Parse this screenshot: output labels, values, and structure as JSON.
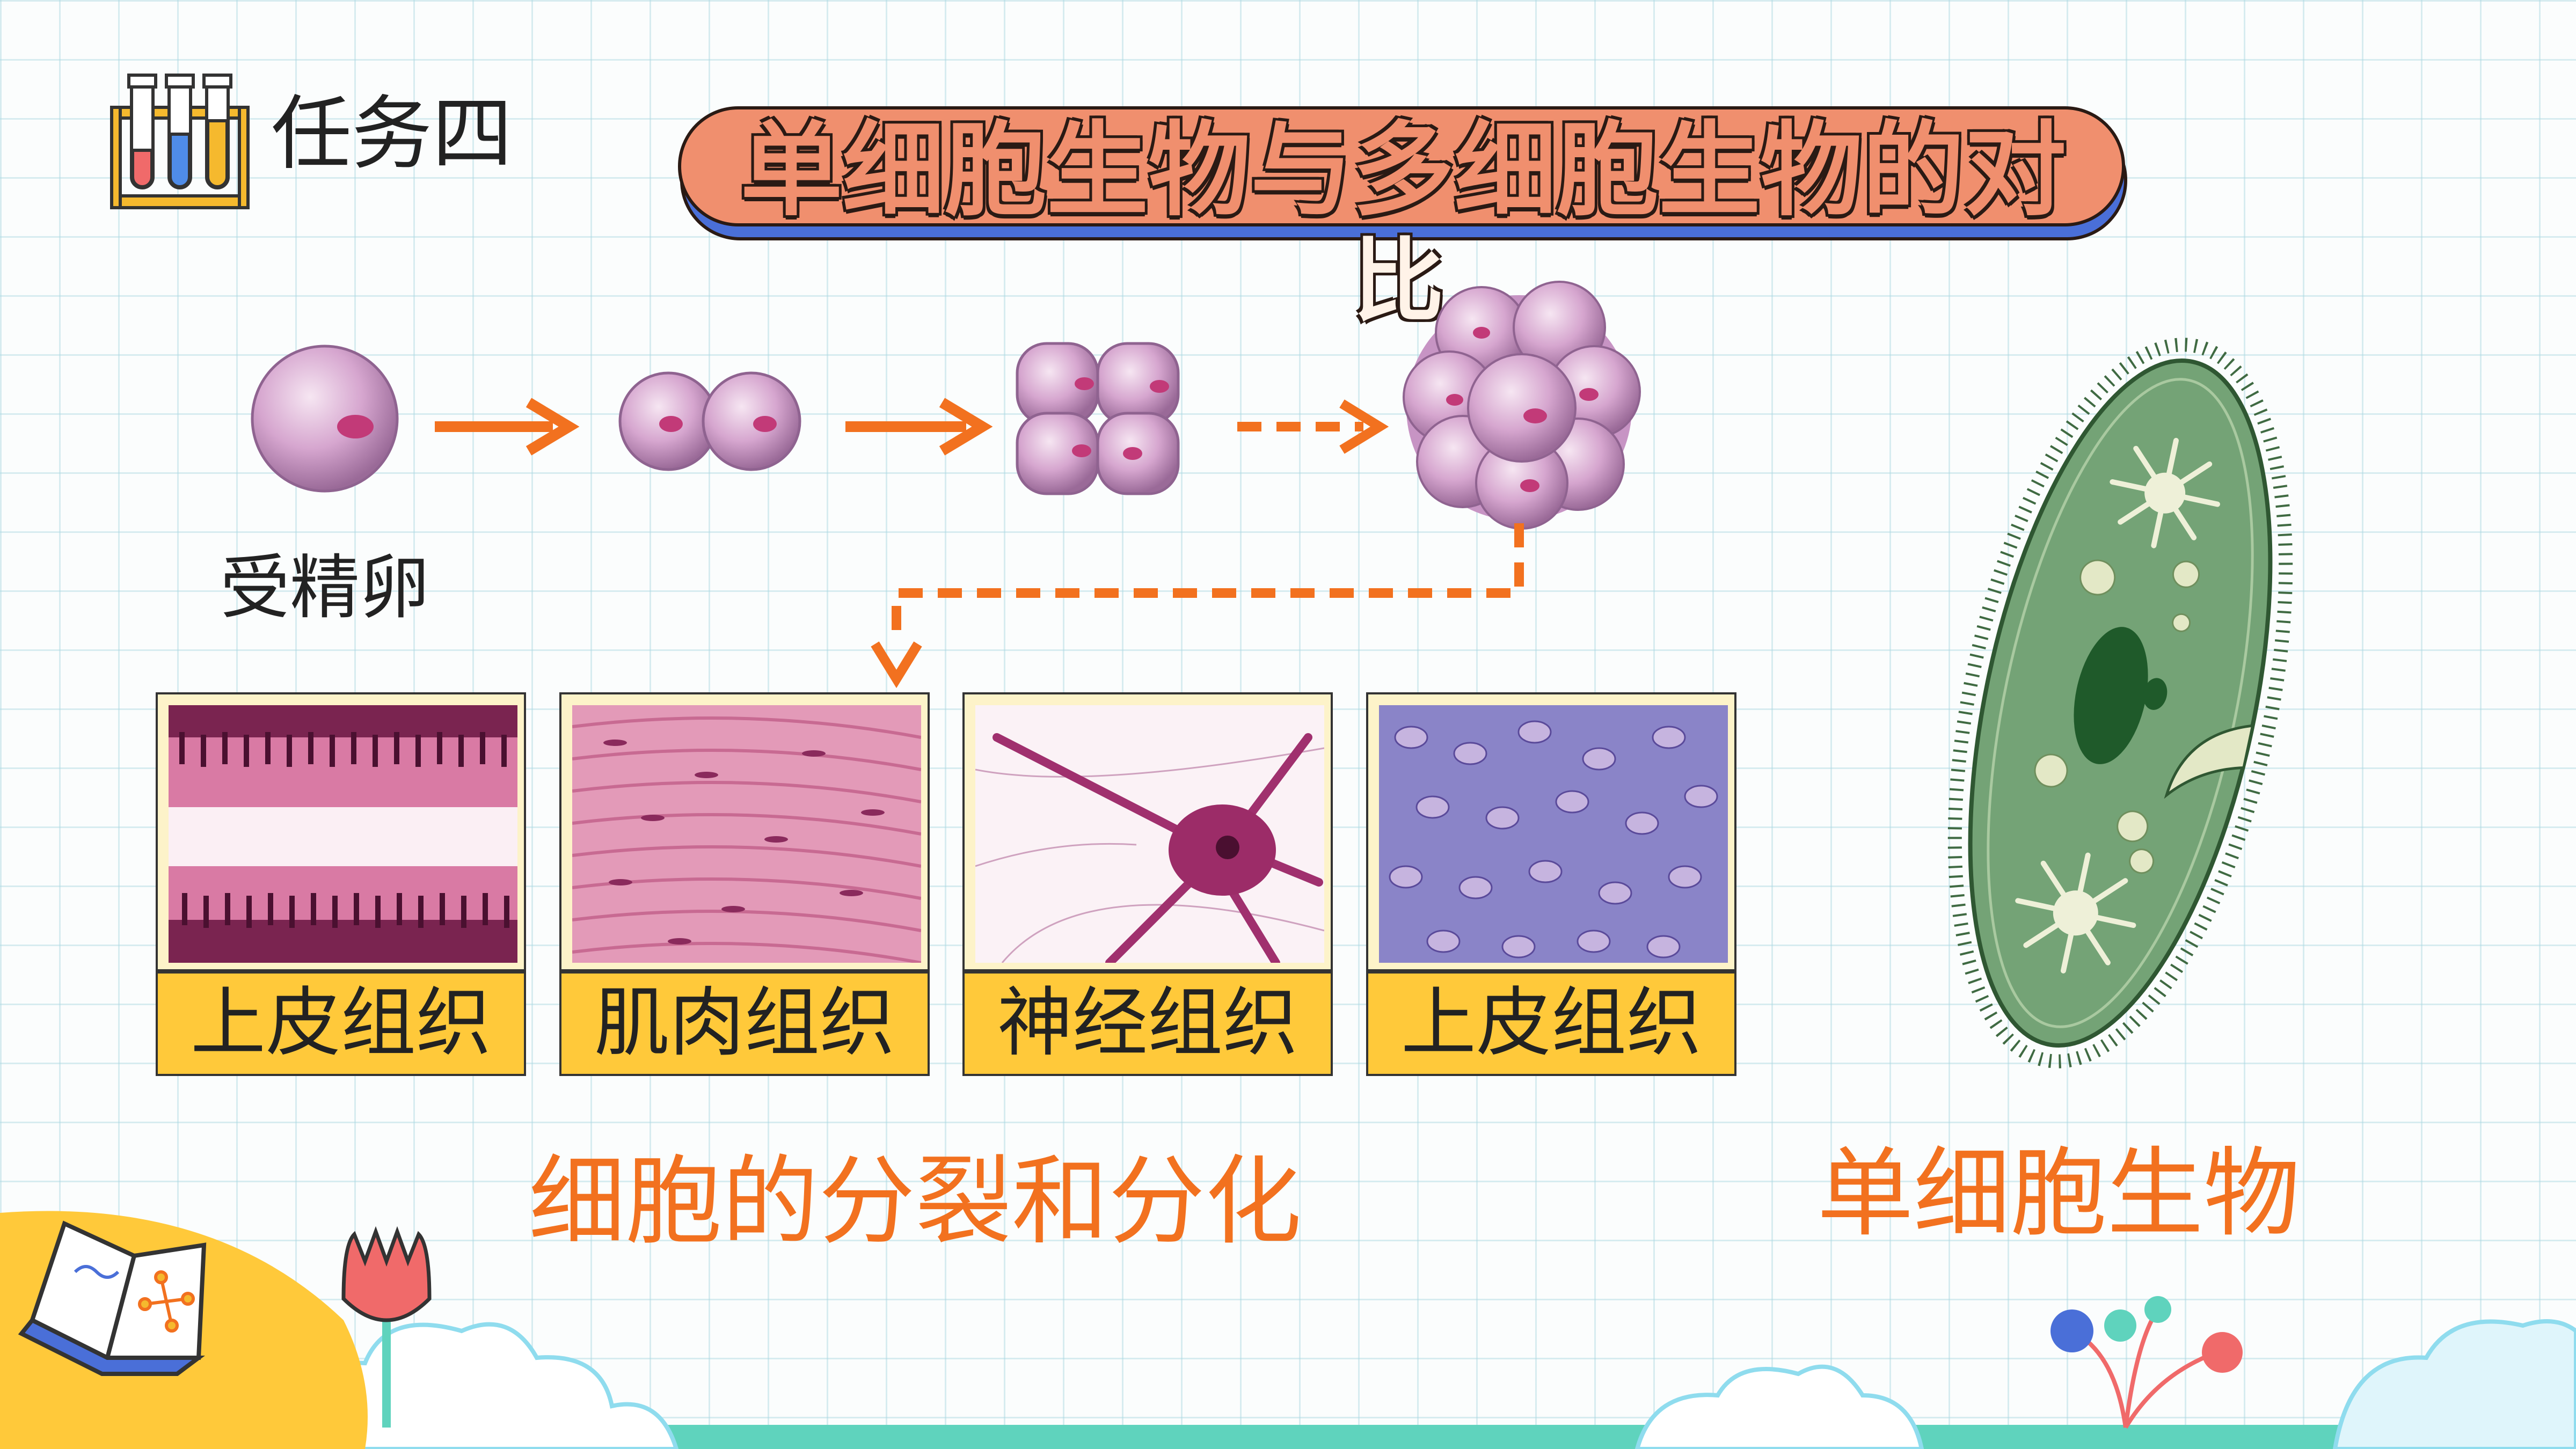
{
  "header": {
    "task_label": "任务四",
    "title_line1": "单细胞生物与多细胞生物的对",
    "title_line2": "比"
  },
  "division_sequence": {
    "start_label": "受精卵"
  },
  "tissues": [
    {
      "label": "上皮组织"
    },
    {
      "label": "肌肉组织"
    },
    {
      "label": "神经组织"
    },
    {
      "label": "上皮组织"
    }
  ],
  "captions": {
    "left": "细胞的分裂和分化",
    "right": "单细胞生物"
  },
  "icons": [
    "test-tube-rack-icon",
    "open-book-icon",
    "tulip-icon",
    "molecule-tree-icon"
  ],
  "colors": {
    "arrow": "#f2711f",
    "banner_fill": "#f08f6e",
    "banner_shadow": "#4a6fd8",
    "label_fill": "#ffc93a",
    "caption": "#f2711f",
    "cell": "#d6a6cf",
    "paramecium": "#74a376"
  }
}
